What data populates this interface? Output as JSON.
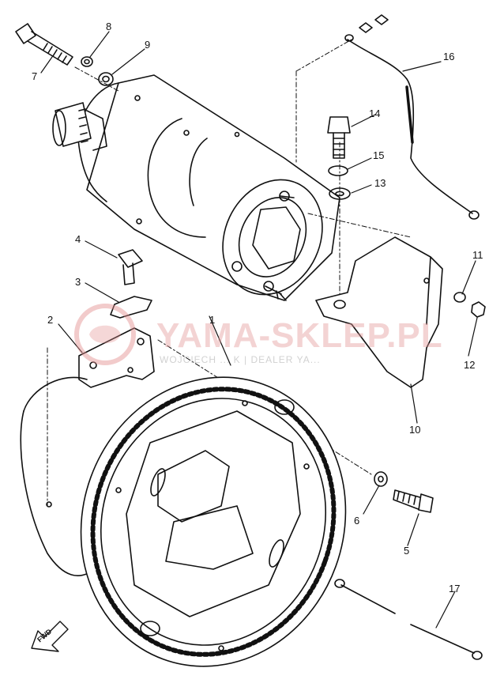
{
  "diagram": {
    "part_numbers": [
      "1",
      "2",
      "3",
      "4",
      "5",
      "6",
      "7",
      "8",
      "9",
      "10",
      "11",
      "12",
      "13",
      "14",
      "15",
      "16",
      "17"
    ],
    "forward_marker": "FWD",
    "watermark": {
      "main": "YAMA-SKLEP.PL",
      "sub": "WOJCIECH ... K | DEALER YA..."
    }
  }
}
